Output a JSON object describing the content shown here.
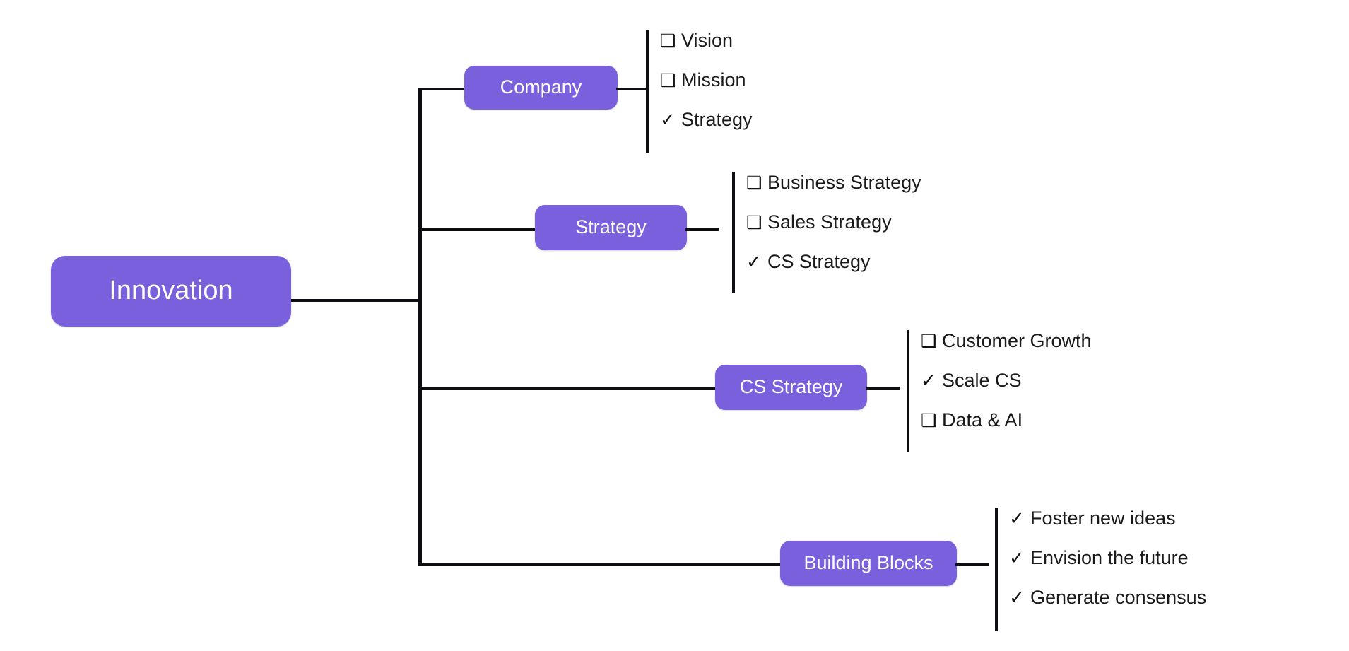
{
  "diagram": {
    "title": "Innovation",
    "accent_color": "#7b60dd",
    "line_color": "#0d0d12",
    "text_color": "#1a1a1a",
    "marks": {
      "unchecked": "❑",
      "checked": "✓"
    },
    "root": {
      "label": "Innovation"
    },
    "branches": [
      {
        "label": "Company",
        "items": [
          {
            "mark": "❑",
            "state": "unchecked",
            "label": "Vision"
          },
          {
            "mark": "❑",
            "state": "unchecked",
            "label": "Mission"
          },
          {
            "mark": "✓",
            "state": "checked",
            "label": "Strategy"
          }
        ]
      },
      {
        "label": "Strategy",
        "items": [
          {
            "mark": "❑",
            "state": "unchecked",
            "label": "Business Strategy"
          },
          {
            "mark": "❑",
            "state": "unchecked",
            "label": "Sales Strategy"
          },
          {
            "mark": "✓",
            "state": "checked",
            "label": "CS Strategy"
          }
        ]
      },
      {
        "label": "CS Strategy",
        "items": [
          {
            "mark": "❑",
            "state": "unchecked",
            "label": "Customer Growth"
          },
          {
            "mark": "✓",
            "state": "checked",
            "label": "Scale CS"
          },
          {
            "mark": "❑",
            "state": "unchecked",
            "label": "Data & AI"
          }
        ]
      },
      {
        "label": "Building Blocks",
        "items": [
          {
            "mark": "✓",
            "state": "checked",
            "label": "Foster new ideas"
          },
          {
            "mark": "✓",
            "state": "checked",
            "label": "Envision the future"
          },
          {
            "mark": "✓",
            "state": "checked",
            "label": "Generate consensus"
          }
        ]
      }
    ]
  }
}
